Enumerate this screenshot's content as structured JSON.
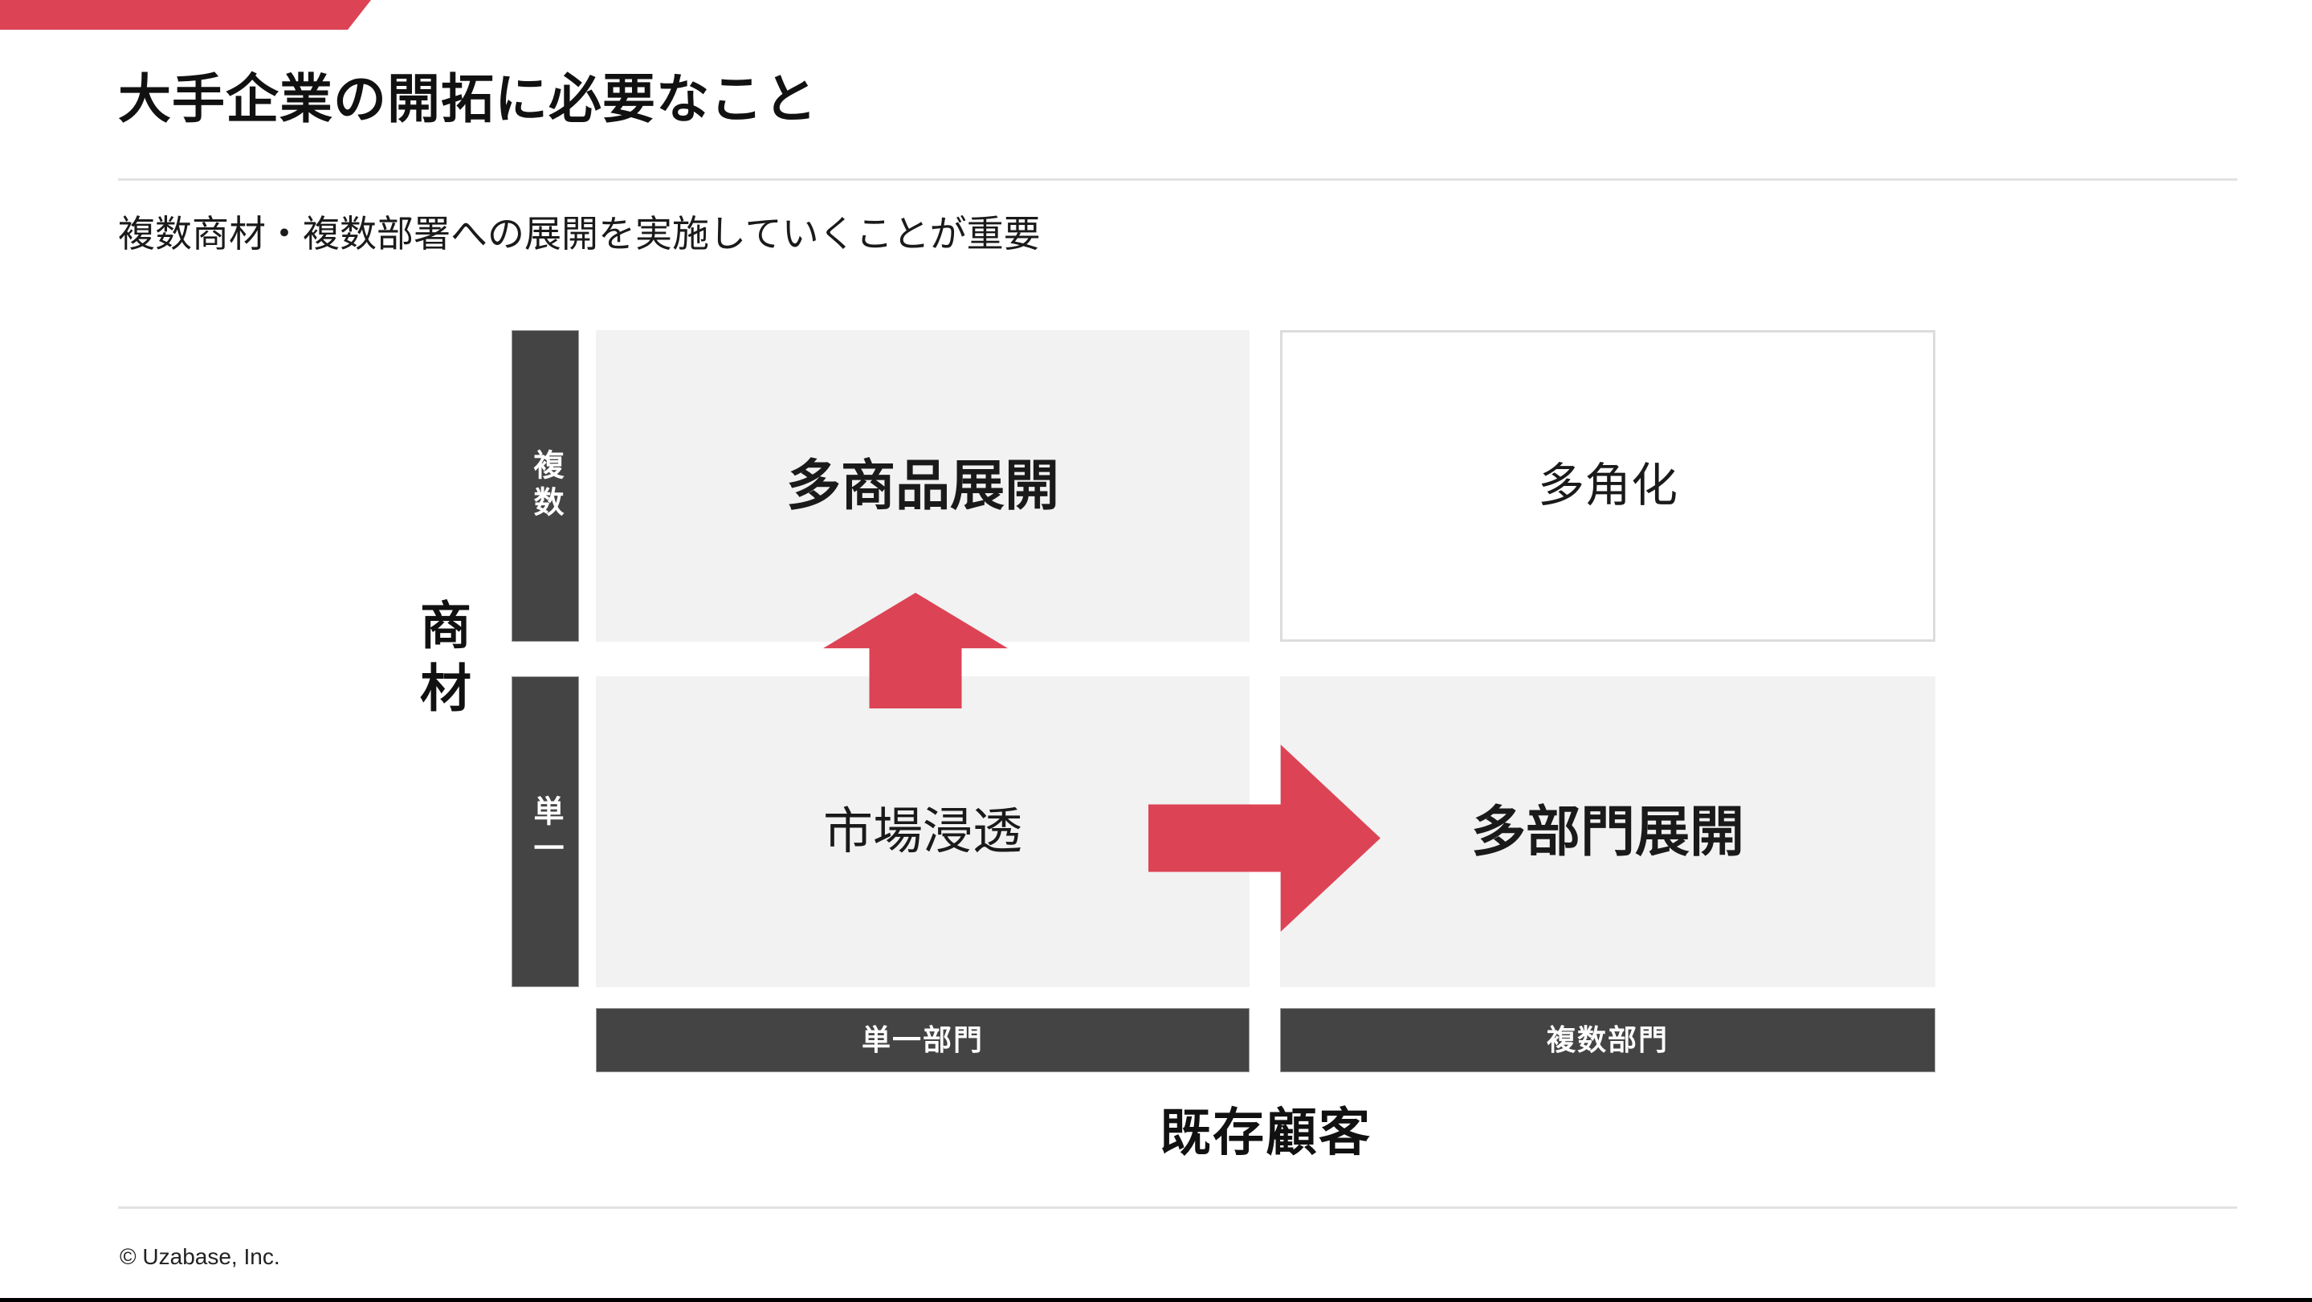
{
  "slide": {
    "title": "大手企業の開拓に必要なこと",
    "subtitle": "複数商材・複数部署への展開を実施していくことが重要",
    "footer": "© Uzabase, Inc."
  },
  "matrix": {
    "y_axis": {
      "title": "商材",
      "top_label": "複数",
      "bottom_label": "単一"
    },
    "x_axis": {
      "title": "既存顧客",
      "left_label": "単一部門",
      "right_label": "複数部門"
    },
    "quadrants": {
      "top_left": "多商品展開",
      "top_right": "多角化",
      "bottom_left": "市場浸透",
      "bottom_right": "多部門展開"
    },
    "arrows": [
      {
        "direction": "up",
        "from": "市場浸透",
        "to": "多商品展開"
      },
      {
        "direction": "right",
        "from": "市場浸透",
        "to": "多部門展開"
      }
    ]
  },
  "colors": {
    "accent_red": "#dc4456",
    "dark_gray": "#444444",
    "quadrant_gray": "#f2f2f2",
    "border_gray": "#dcdcdc"
  }
}
